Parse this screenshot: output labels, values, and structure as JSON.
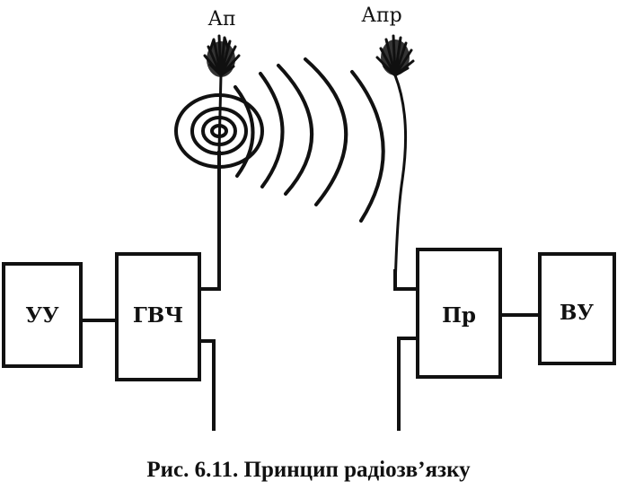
{
  "blocks": {
    "uu": "УУ",
    "hvch": "ГВЧ",
    "pr": "Пр",
    "vu": "ВУ"
  },
  "antennas": {
    "transmit": "Ап",
    "receive": "Апр"
  },
  "caption": "Рис. 6.11. Принцип радіозв’язку"
}
